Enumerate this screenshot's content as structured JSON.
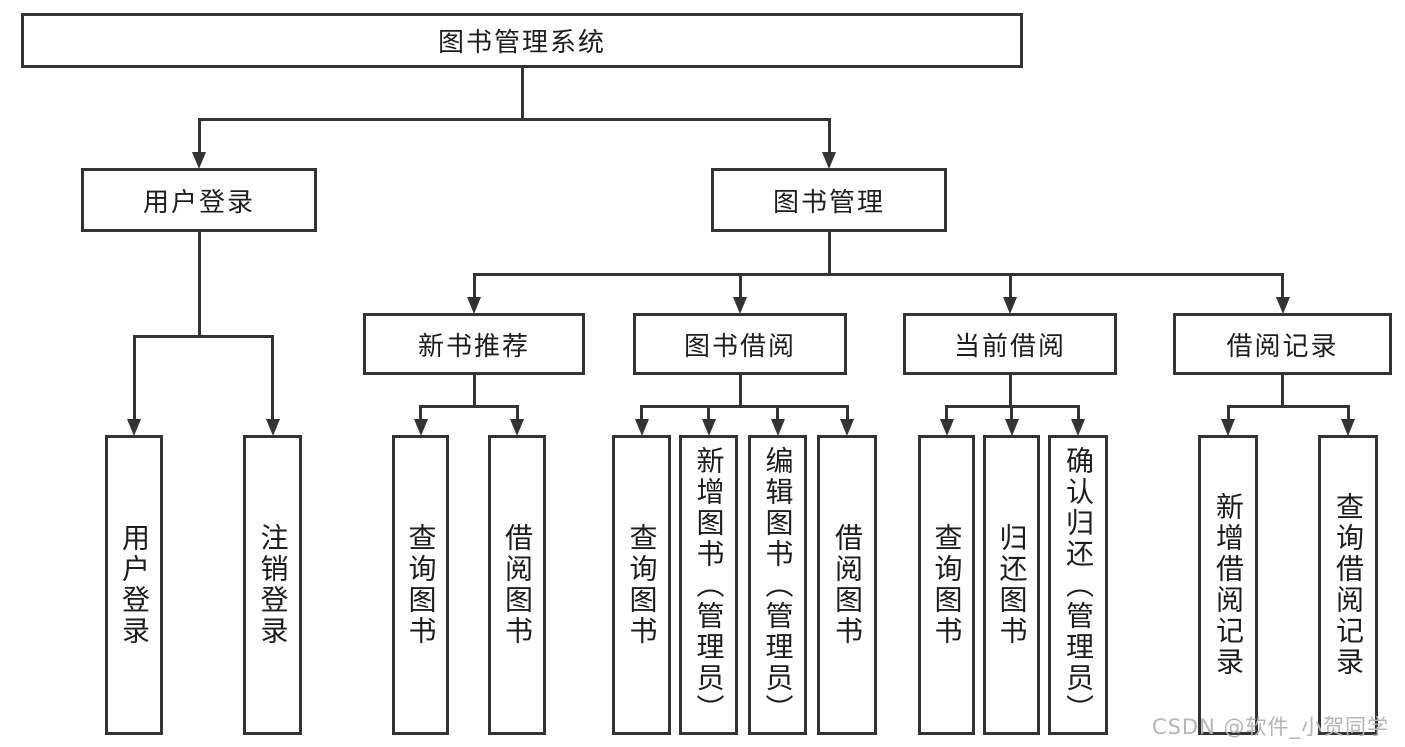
{
  "diagram": {
    "type": "hierarchy-tree",
    "watermark": "CSDN @软件_小贺同学",
    "colors": {
      "line": "#333333",
      "text": "#1d1d1d",
      "watermark": "#b5b5b5",
      "background": "#ffffff"
    },
    "nodes": [
      {
        "id": "root",
        "label": "图书管理系统",
        "level": 1,
        "parent": null
      },
      {
        "id": "user-login",
        "label": "用户登录",
        "level": 2,
        "parent": "root"
      },
      {
        "id": "book-mgmt",
        "label": "图书管理",
        "level": 2,
        "parent": "root"
      },
      {
        "id": "new-books",
        "label": "新书推荐",
        "level": 3,
        "parent": "book-mgmt"
      },
      {
        "id": "book-borrow",
        "label": "图书借阅",
        "level": 3,
        "parent": "book-mgmt"
      },
      {
        "id": "current-borrow",
        "label": "当前借阅",
        "level": 3,
        "parent": "book-mgmt"
      },
      {
        "id": "borrow-records",
        "label": "借阅记录",
        "level": 3,
        "parent": "book-mgmt"
      },
      {
        "id": "leaf-user-login",
        "label": "用户登录",
        "level": 4,
        "parent": "user-login"
      },
      {
        "id": "leaf-logout",
        "label": "注销登录",
        "level": 4,
        "parent": "user-login"
      },
      {
        "id": "leaf-query-new",
        "label": "查询图书",
        "level": 4,
        "parent": "new-books"
      },
      {
        "id": "leaf-borrow-new",
        "label": "借阅图书",
        "level": 4,
        "parent": "new-books"
      },
      {
        "id": "leaf-query-borrow",
        "label": "查询图书",
        "level": 4,
        "parent": "book-borrow"
      },
      {
        "id": "leaf-add-book",
        "label": "新增图书（管理员）",
        "level": 4,
        "parent": "book-borrow"
      },
      {
        "id": "leaf-edit-book",
        "label": "编辑图书（管理员）",
        "level": 4,
        "parent": "book-borrow"
      },
      {
        "id": "leaf-borrow-borrow",
        "label": "借阅图书",
        "level": 4,
        "parent": "book-borrow"
      },
      {
        "id": "leaf-query-current",
        "label": "查询图书",
        "level": 4,
        "parent": "current-borrow"
      },
      {
        "id": "leaf-return-book",
        "label": "归还图书",
        "level": 4,
        "parent": "current-borrow"
      },
      {
        "id": "leaf-confirm-return",
        "label": "确认归还（管理员）",
        "level": 4,
        "parent": "current-borrow"
      },
      {
        "id": "leaf-add-record",
        "label": "新增借阅记录",
        "level": 4,
        "parent": "borrow-records"
      },
      {
        "id": "leaf-query-record",
        "label": "查询借阅记录",
        "level": 4,
        "parent": "borrow-records"
      }
    ]
  }
}
